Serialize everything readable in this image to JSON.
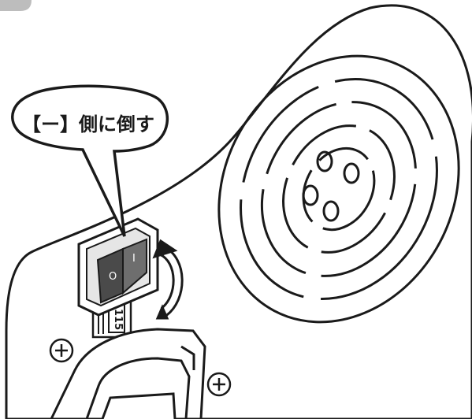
{
  "callout": {
    "text": "【ー】側に倒す"
  },
  "switch": {
    "on_mark": "I",
    "off_mark": "O"
  },
  "voltage_label": {
    "text": "115"
  },
  "icons": [
    "rocker-switch-icon",
    "rotate-arrow-icon",
    "fan-grille-icon",
    "screw-icon",
    "power-inlet-icon"
  ],
  "colors": {
    "outline": "#1a1a1a",
    "switch_face": "#4a4a4a",
    "switch_dark": "#2b2b2b",
    "background": "#ffffff"
  }
}
